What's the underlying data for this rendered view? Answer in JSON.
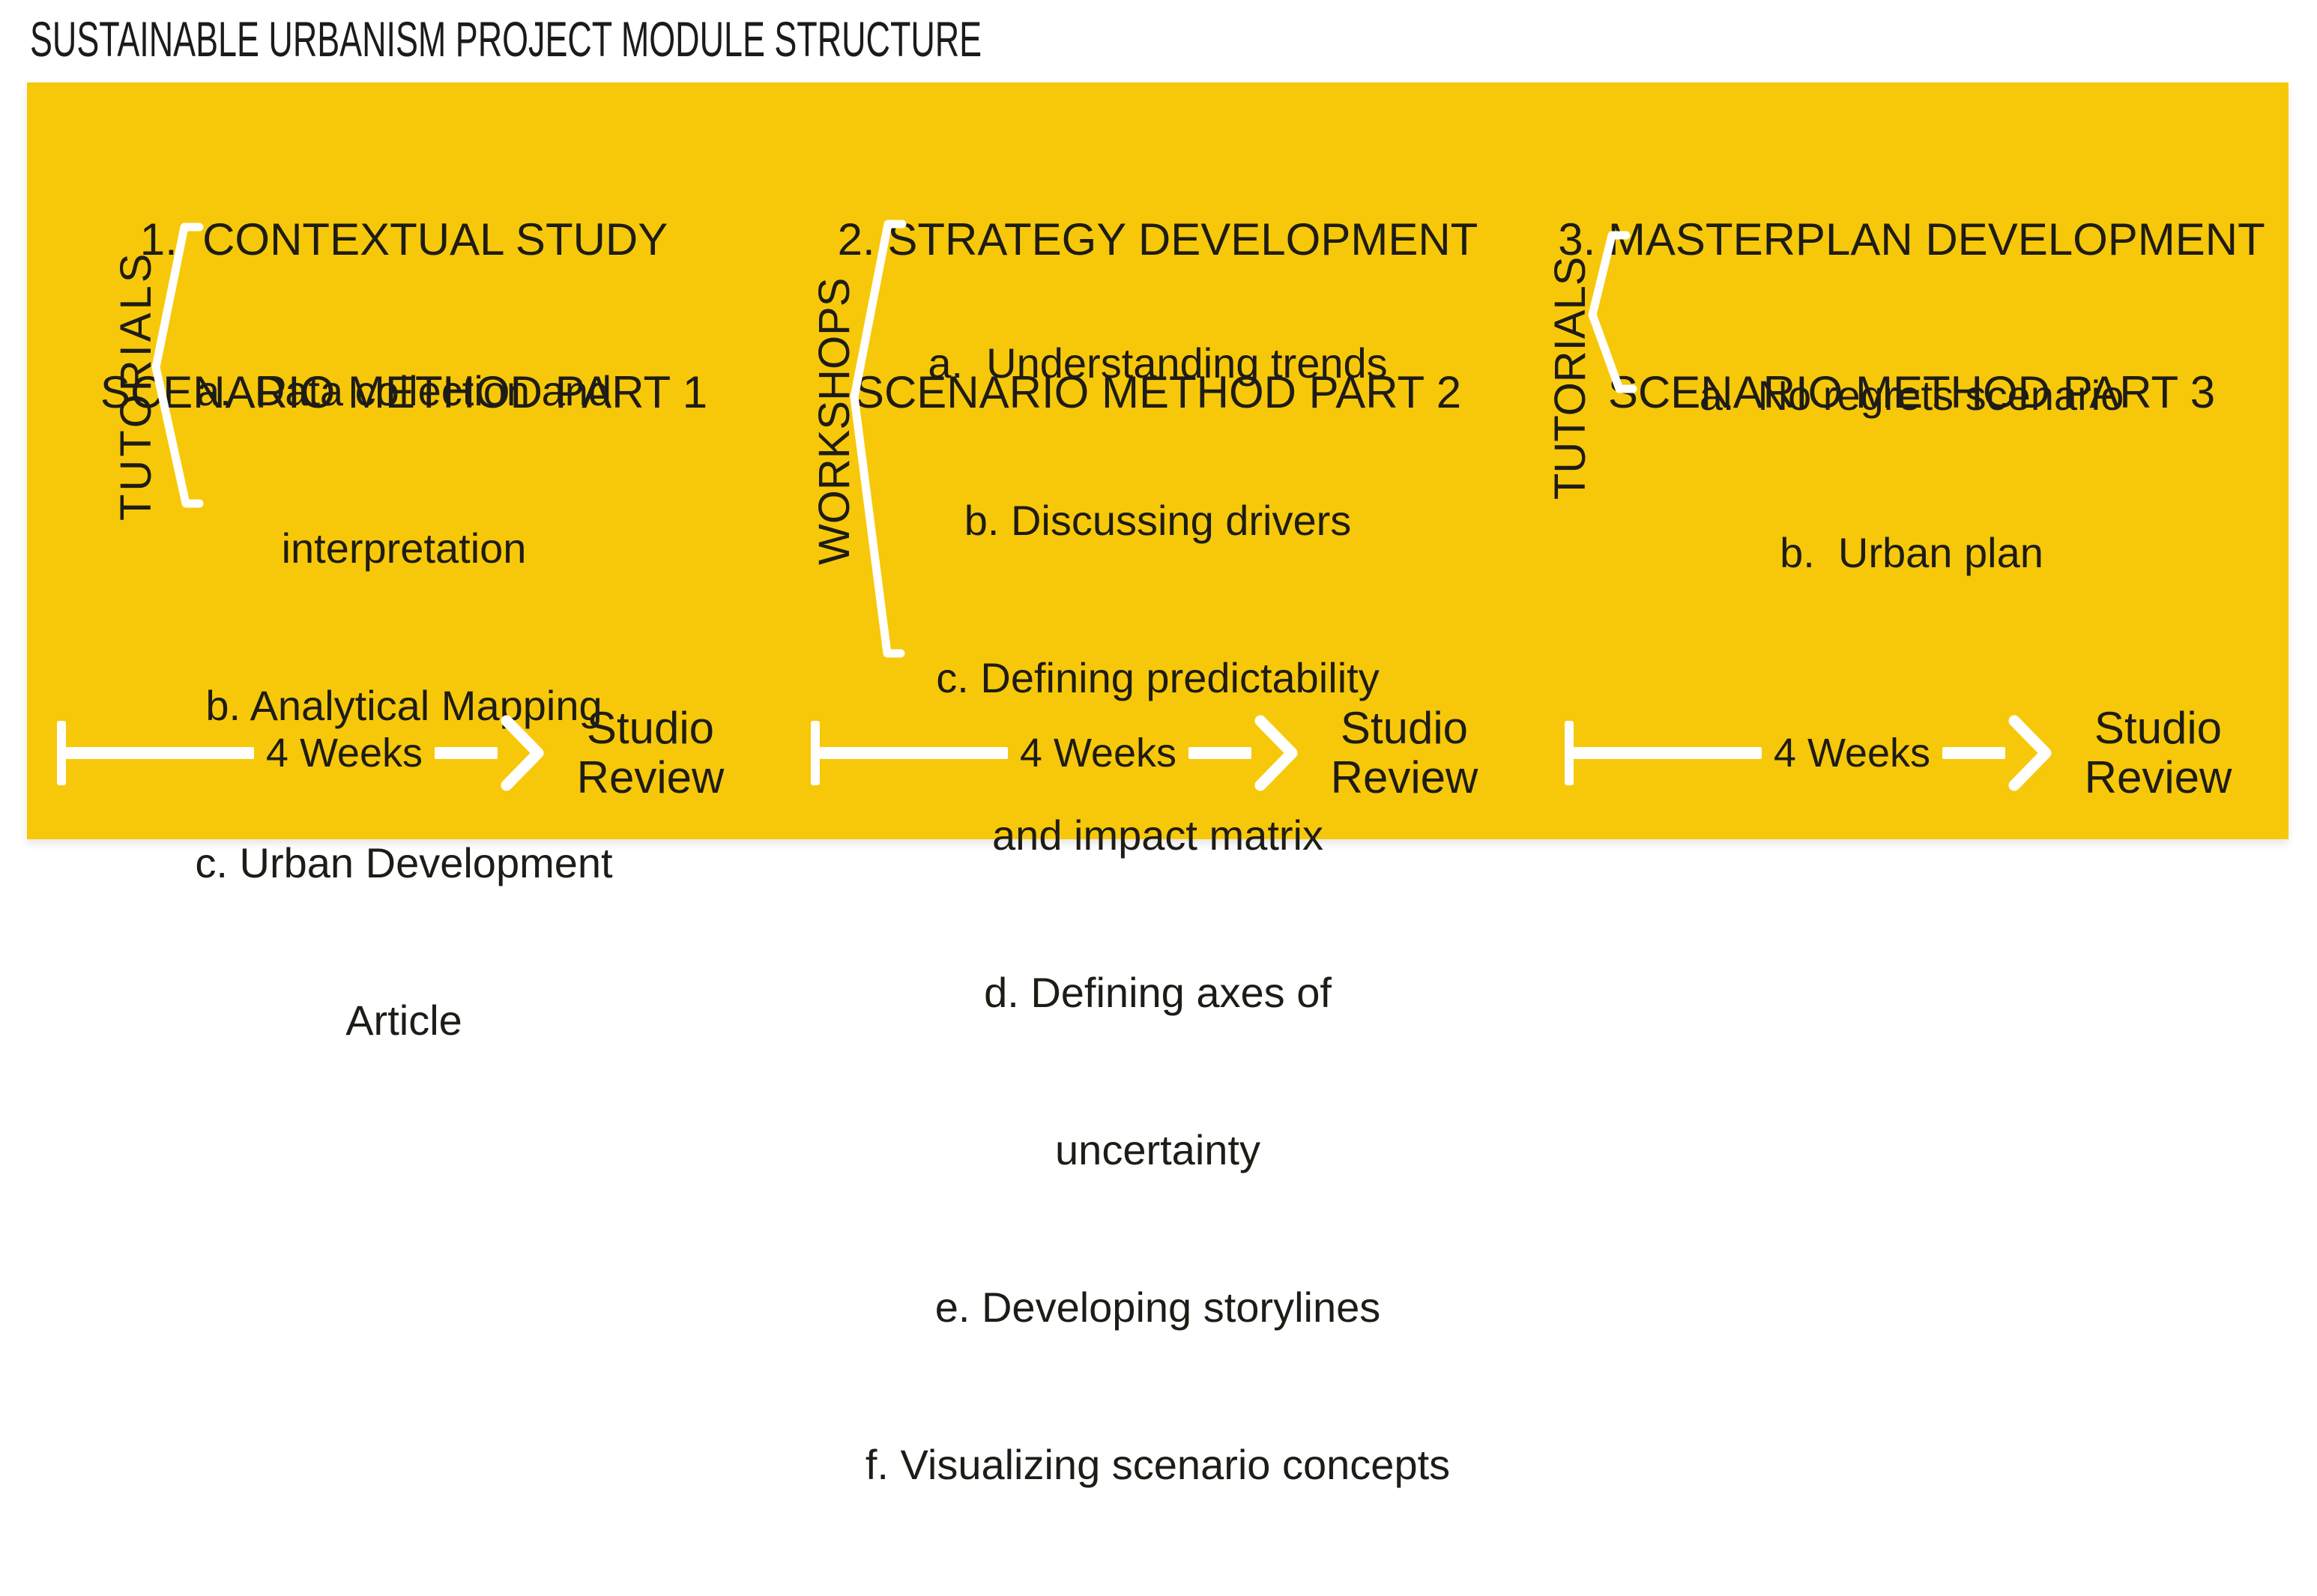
{
  "title": "SUSTAINABLE URBANISM PROJECT MODULE STRUCTURE",
  "colors": {
    "panel_yellow": "#F7C80A",
    "text_black": "#1E1C16",
    "diagram_white": "#FFFFFF"
  },
  "icons": {
    "timeline_start_tick": "vertical-bar",
    "timeline_bar": "horizontal-rule",
    "arrow_head": "chevron-right",
    "brace": "angle-brace-pointing-left"
  },
  "columns": [
    {
      "heading_line1": "1.  CONTEXTUAL STUDY",
      "heading_line2": "SCENARIO METHOD PART 1",
      "side_label": "TUTORIALS",
      "item_lines": [
        "a.  Data collection and",
        "interpretation",
        "b. Analytical Mapping",
        "c. Urban Development",
        "Article"
      ],
      "timeline": {
        "duration": "4 Weeks",
        "milestone_line1": "Studio",
        "milestone_line2": "Review"
      }
    },
    {
      "heading_line1": "2. STRATEGY DEVELOPMENT",
      "heading_line2": "SCENARIO METHOD PART 2",
      "side_label": "WORKSHOPS",
      "item_lines": [
        "a.  Understanding trends",
        "b. Discussing drivers",
        "c. Defining predictability",
        "and impact matrix",
        "d. Defining axes of",
        "uncertainty",
        "e. Developing storylines",
        "f. Visualizing scenario concepts"
      ],
      "timeline": {
        "duration": "4 Weeks",
        "milestone_line1": "Studio",
        "milestone_line2": "Review"
      }
    },
    {
      "heading_line1": "3. MASTERPLAN DEVELOPMENT",
      "heading_line2": "SCENARIO METHOD PART 3",
      "side_label": "TUTORIALS",
      "item_lines": [
        "a.  No regrets scenario",
        "b.  Urban plan"
      ],
      "timeline": {
        "duration": "4 Weeks",
        "milestone_line1": "Studio",
        "milestone_line2": "Review"
      }
    }
  ]
}
